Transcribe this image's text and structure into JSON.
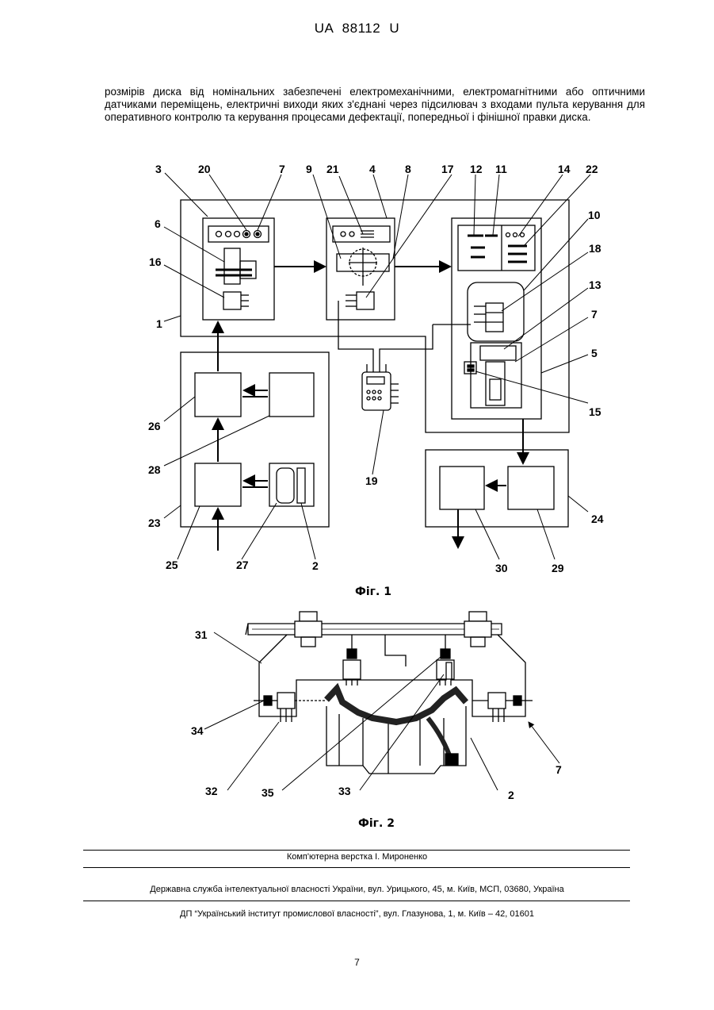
{
  "document": {
    "header": "UA 88112 U",
    "paragraph": "розмірів диска від номінальних забезпечені електромеханічними, електромагнітними або оптичними датчиками переміщень, електричні виходи яких з'єднані через підсилювач з входами пульта керування для оперативного контролю та керування процесами дефектації, попередньої і фінішної правки диска.",
    "page_number": "7"
  },
  "figure1": {
    "caption": "Фіг. 1",
    "labels": {
      "l1": "1",
      "l2": "2",
      "l3": "3",
      "l4": "4",
      "l5": "5",
      "l6": "6",
      "l7a": "7",
      "l7b": "7",
      "l8": "8",
      "l9": "9",
      "l10": "10",
      "l11": "11",
      "l12": "12",
      "l13": "13",
      "l14": "14",
      "l15": "15",
      "l16": "16",
      "l17": "17",
      "l18": "18",
      "l19": "19",
      "l20": "20",
      "l21": "21",
      "l22": "22",
      "l23": "23",
      "l24": "24",
      "l25": "25",
      "l26": "26",
      "l27": "27",
      "l28": "28",
      "l29": "29",
      "l30": "30"
    }
  },
  "figure2": {
    "caption": "Фіг. 2",
    "labels": {
      "l31": "31",
      "l34": "34",
      "l32": "32",
      "l35": "35",
      "l33": "33",
      "l2": "2",
      "l7": "7"
    }
  },
  "footer": {
    "layout_credit": "Комп'ютерна верстка І. Мироненко",
    "agency": "Державна служба інтелектуальної власності України, вул. Урицького, 45, м. Київ, МСП, 03680, Україна",
    "institute": "ДП “Український інститут промислової власності”, вул. Глазунова, 1, м. Київ – 42, 01601"
  }
}
